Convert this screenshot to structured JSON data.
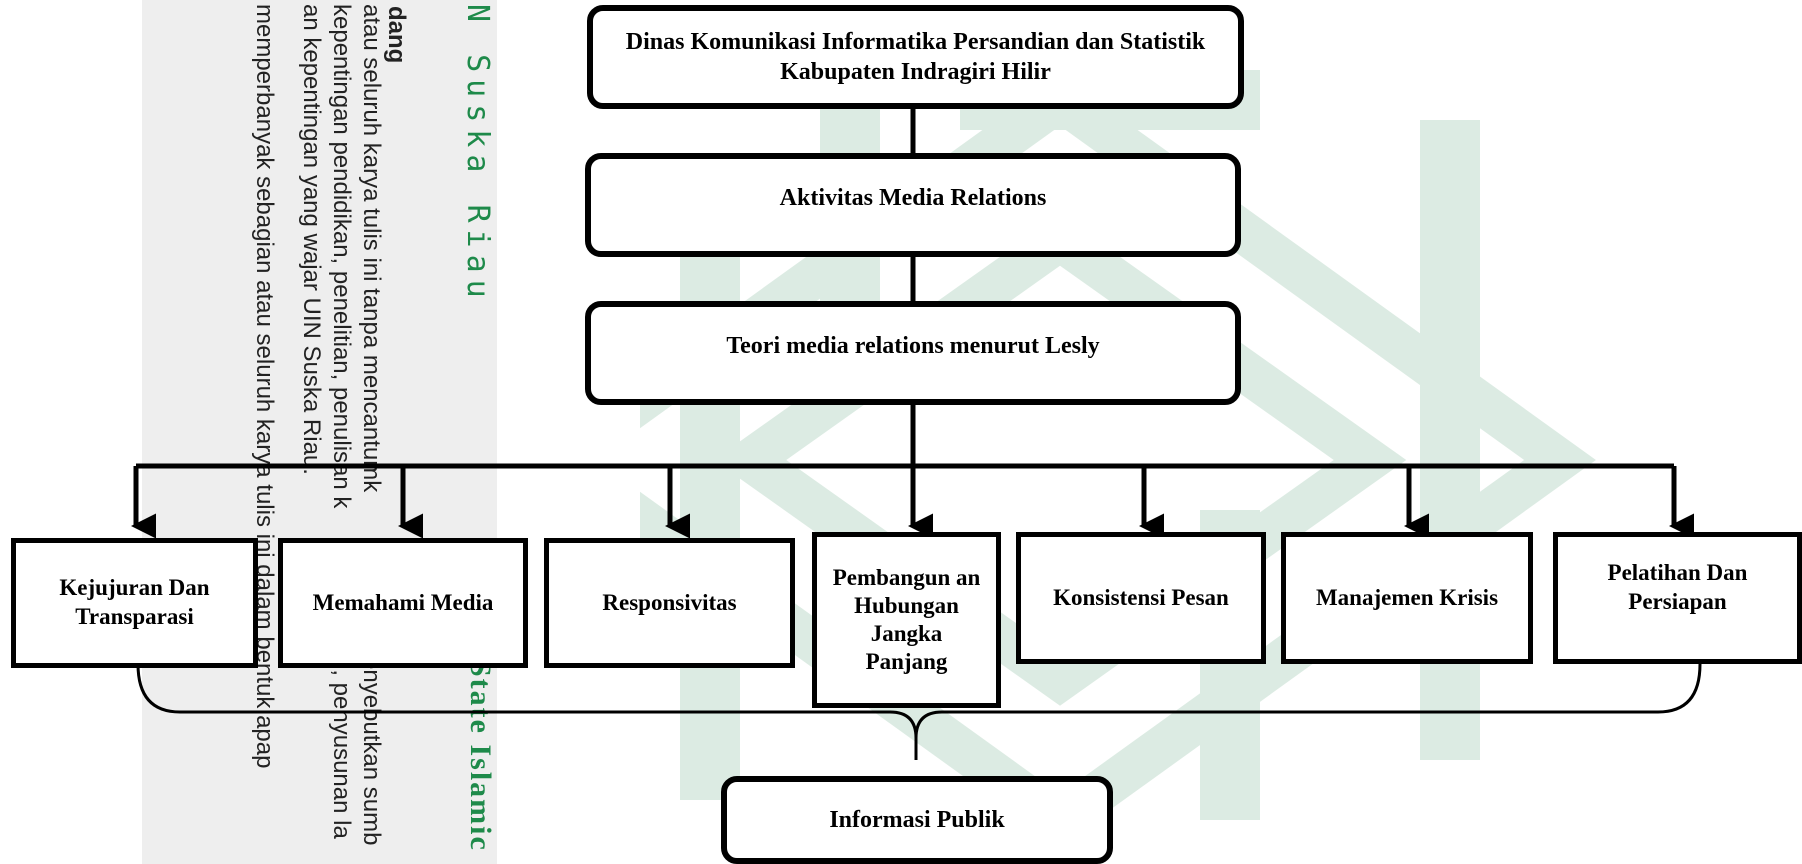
{
  "background_page": {
    "heading_fragment": "dang",
    "lines": [
      "atau seluruh karya tulis ini tanpa mencantumk",
      "kepentingan pendidikan, penelitian, penulisan k",
      "an kepentingan yang wajar UIN Suska Riau.",
      "memperbanyak sebagian atau seluruh karya tulis ini dalam bentuk apap"
    ],
    "lower_fragments": [
      "enyebutkan sumb",
      "n, penyusunan la"
    ],
    "brand_top": "N Suska Riau",
    "brand_bottom": "State Islamic"
  },
  "diagram": {
    "top_box": "Dinas Komunikasi Informatika Persandian dan Statistik Kabupaten Indragiri Hilir",
    "second_box": "Aktivitas Media Relations",
    "third_box": "Teori media relations menurut Lesly",
    "branches": [
      "Kejujuran Dan Transparasi",
      "Memahami Media",
      "Responsivitas",
      "Pembangun an Hubungan Jangka Panjang",
      "Konsistensi Pesan",
      "Manajemen Krisis",
      "Pelatihan Dan Persiapan"
    ],
    "bottom_box": "Informasi Publik"
  },
  "colors": {
    "box_border": "#000000",
    "watermark": "#2e8b57",
    "brand_text": "#1e8a4a",
    "strip_bg": "#eeeeee"
  }
}
